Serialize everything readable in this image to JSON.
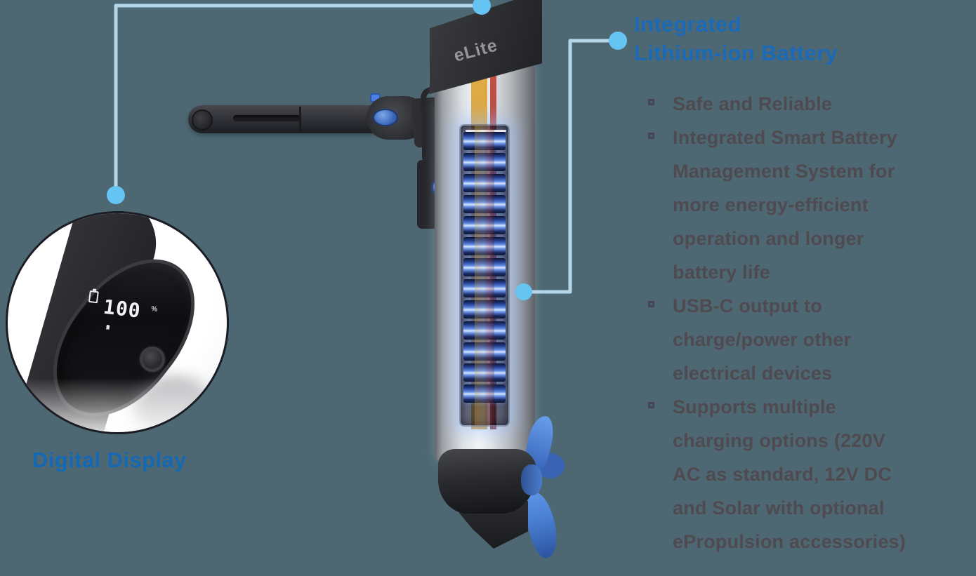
{
  "colors": {
    "background": "#4d6872",
    "accent_blue": "#1b6ab8",
    "body_text": "#4f4a4f",
    "callout_line": "#bedff0",
    "callout_dot": "#66c4f3",
    "battery_cell_glow": "#5c86e0",
    "propeller_blue": "#4b7ccc"
  },
  "product": {
    "brand": "eLite",
    "display": {
      "value": "100",
      "unit": "%"
    }
  },
  "callouts": {
    "digital_display": {
      "label": "Digital Display"
    },
    "battery": {
      "title_lines": [
        "Integrated",
        "Lithium-ion Battery"
      ],
      "features": [
        "Safe and Reliable",
        "Integrated Smart Battery Management System for more energy-efficient operation and longer battery life",
        "USB-C output to charge/power other electrical devices",
        "Supports multiple charging options (220V AC as standard, 12V DC and Solar with optional ePropulsion accessories)"
      ]
    }
  }
}
